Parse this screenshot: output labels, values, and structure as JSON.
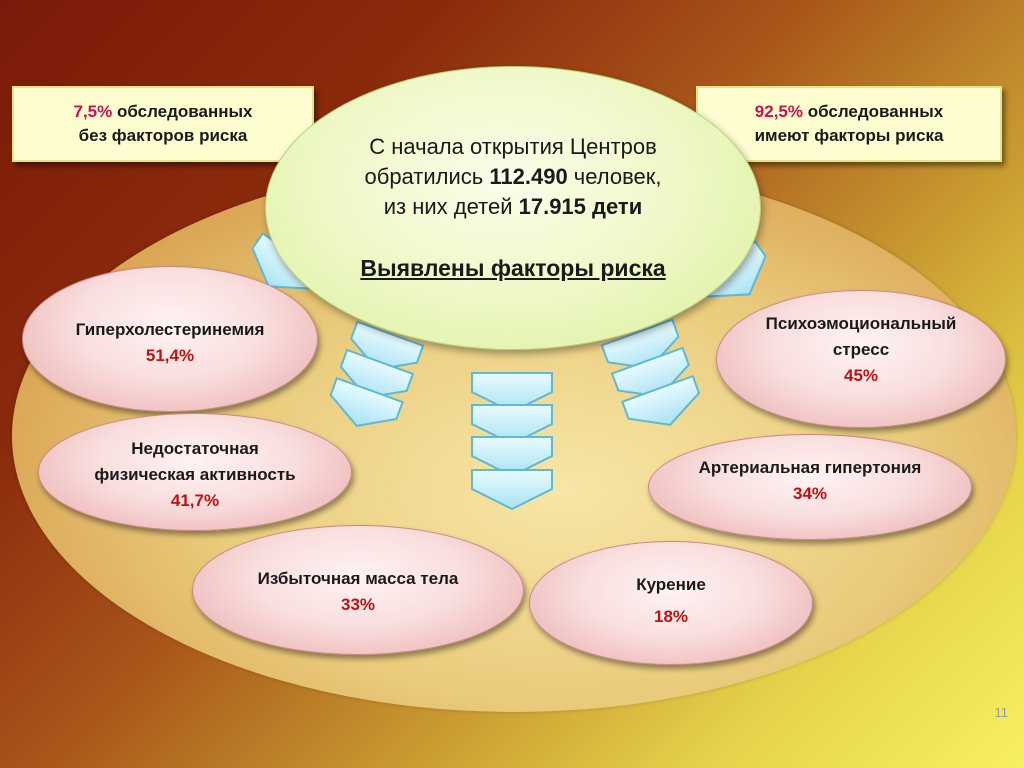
{
  "left_box": {
    "percent": "7,5%",
    "line1_rest": " обследованных",
    "line2": "без факторов риска"
  },
  "right_box": {
    "percent": "92,5%",
    "line1_rest": " обследованных",
    "line2": "имеют факторы риска"
  },
  "center": {
    "line1": "С начала открытия Центров",
    "line2_pre": "обратились ",
    "line2_num": "112.490",
    "line2_post": " человек,",
    "line3_pre": "из них детей ",
    "line3_bold": "17.915 дети",
    "title": "Выявлены факторы риска"
  },
  "factors": [
    {
      "name": "Гиперхолестеринемия",
      "value": "51,4%"
    },
    {
      "name_line1": "Недостаточная",
      "name_line2": "физическая активность",
      "value": "41,7%"
    },
    {
      "name": "Избыточная масса тела",
      "value": "33%"
    },
    {
      "name": "Курение",
      "value": "18%"
    },
    {
      "name": "Артериальная гипертония",
      "value": "34%"
    },
    {
      "name_line1": "Психоэмоциональный",
      "name_line2": "стресс",
      "value": "45%"
    }
  ],
  "page_number": "11",
  "colors": {
    "percent_accent": "#cc1050",
    "factor_value": "#c01010",
    "arrow_fill": "#bfeef8",
    "arrow_stroke": "#5fb8d4"
  }
}
